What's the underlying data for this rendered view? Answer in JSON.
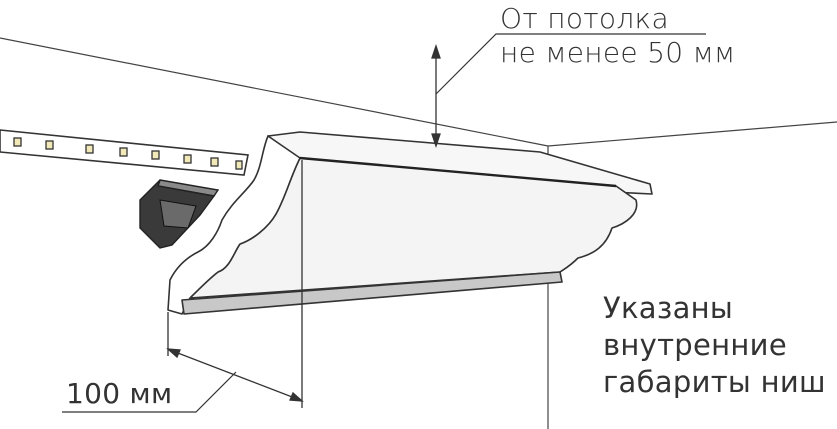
{
  "clearance_note": {
    "line1": "От потолка",
    "line2": "не менее 50 мм"
  },
  "width_dimension": {
    "label": "100 мм"
  },
  "dimensions_note": {
    "line1": "Указаны",
    "line2": "внутренние",
    "line3": "габариты ниш"
  },
  "colors": {
    "line": "#333333",
    "cornice_face": "#f4f4f4",
    "cornice_edge": "#c8c8c8",
    "cornice_shadow": "#b3b3b3",
    "profile_dark": "#3a3a3a",
    "profile_mid": "#6a6a6a",
    "led_chip": "#f2e9b8"
  }
}
